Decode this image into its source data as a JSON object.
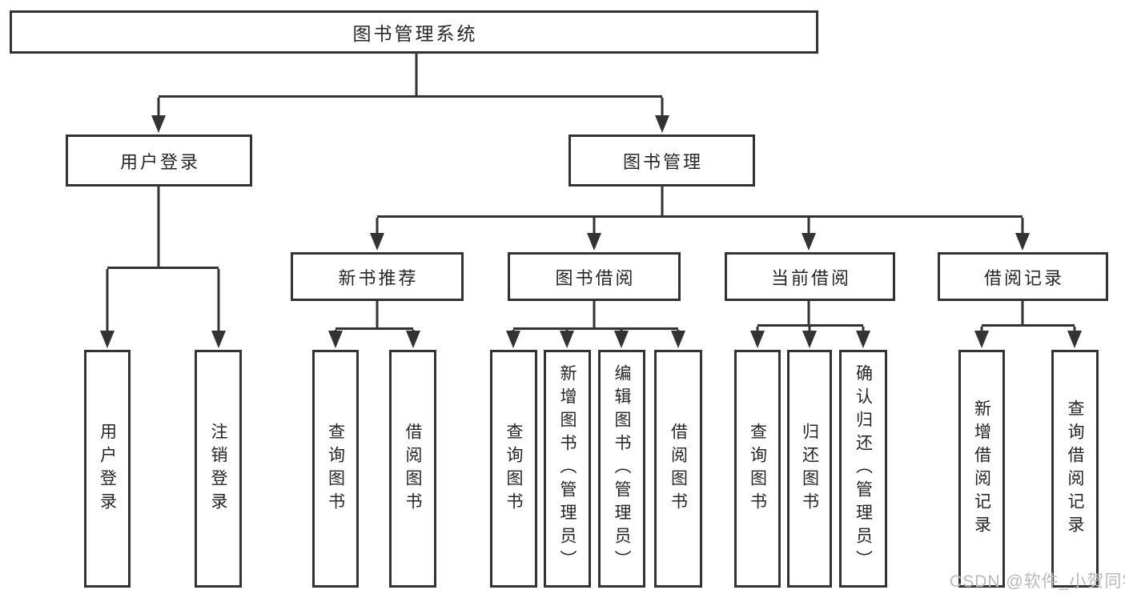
{
  "diagram": {
    "nodes": {
      "root": "图书管理系统",
      "level2": [
        "用户登录",
        "图书管理"
      ],
      "level3": [
        "新书推荐",
        "图书借阅",
        "当前借阅",
        "借阅记录"
      ],
      "leaves": [
        "用户登录",
        "注销登录",
        "查询图书",
        "借阅图书",
        "查询图书",
        "新增图书（管理员）",
        "编辑图书（管理员）",
        "借阅图书",
        "查询图书",
        "归还图书",
        "确认归还（管理员）",
        "新增借阅记录",
        "查询借阅记录"
      ]
    },
    "hierarchy": {
      "图书管理系统": [
        "用户登录",
        "图书管理"
      ],
      "用户登录": [
        "用户登录",
        "注销登录"
      ],
      "图书管理": [
        "新书推荐",
        "图书借阅",
        "当前借阅",
        "借阅记录"
      ],
      "新书推荐": [
        "查询图书",
        "借阅图书"
      ],
      "图书借阅": [
        "查询图书",
        "新增图书（管理员）",
        "编辑图书（管理员）",
        "借阅图书"
      ],
      "当前借阅": [
        "查询图书",
        "归还图书",
        "确认归还（管理员）"
      ],
      "借阅记录": [
        "新增借阅记录",
        "查询借阅记录"
      ]
    },
    "watermark": "CSDN @软件_小贺同学",
    "colors": {
      "line": "#333333",
      "text": "#262626",
      "watermark": "#b9b9b9",
      "background": "#ffffff"
    }
  }
}
